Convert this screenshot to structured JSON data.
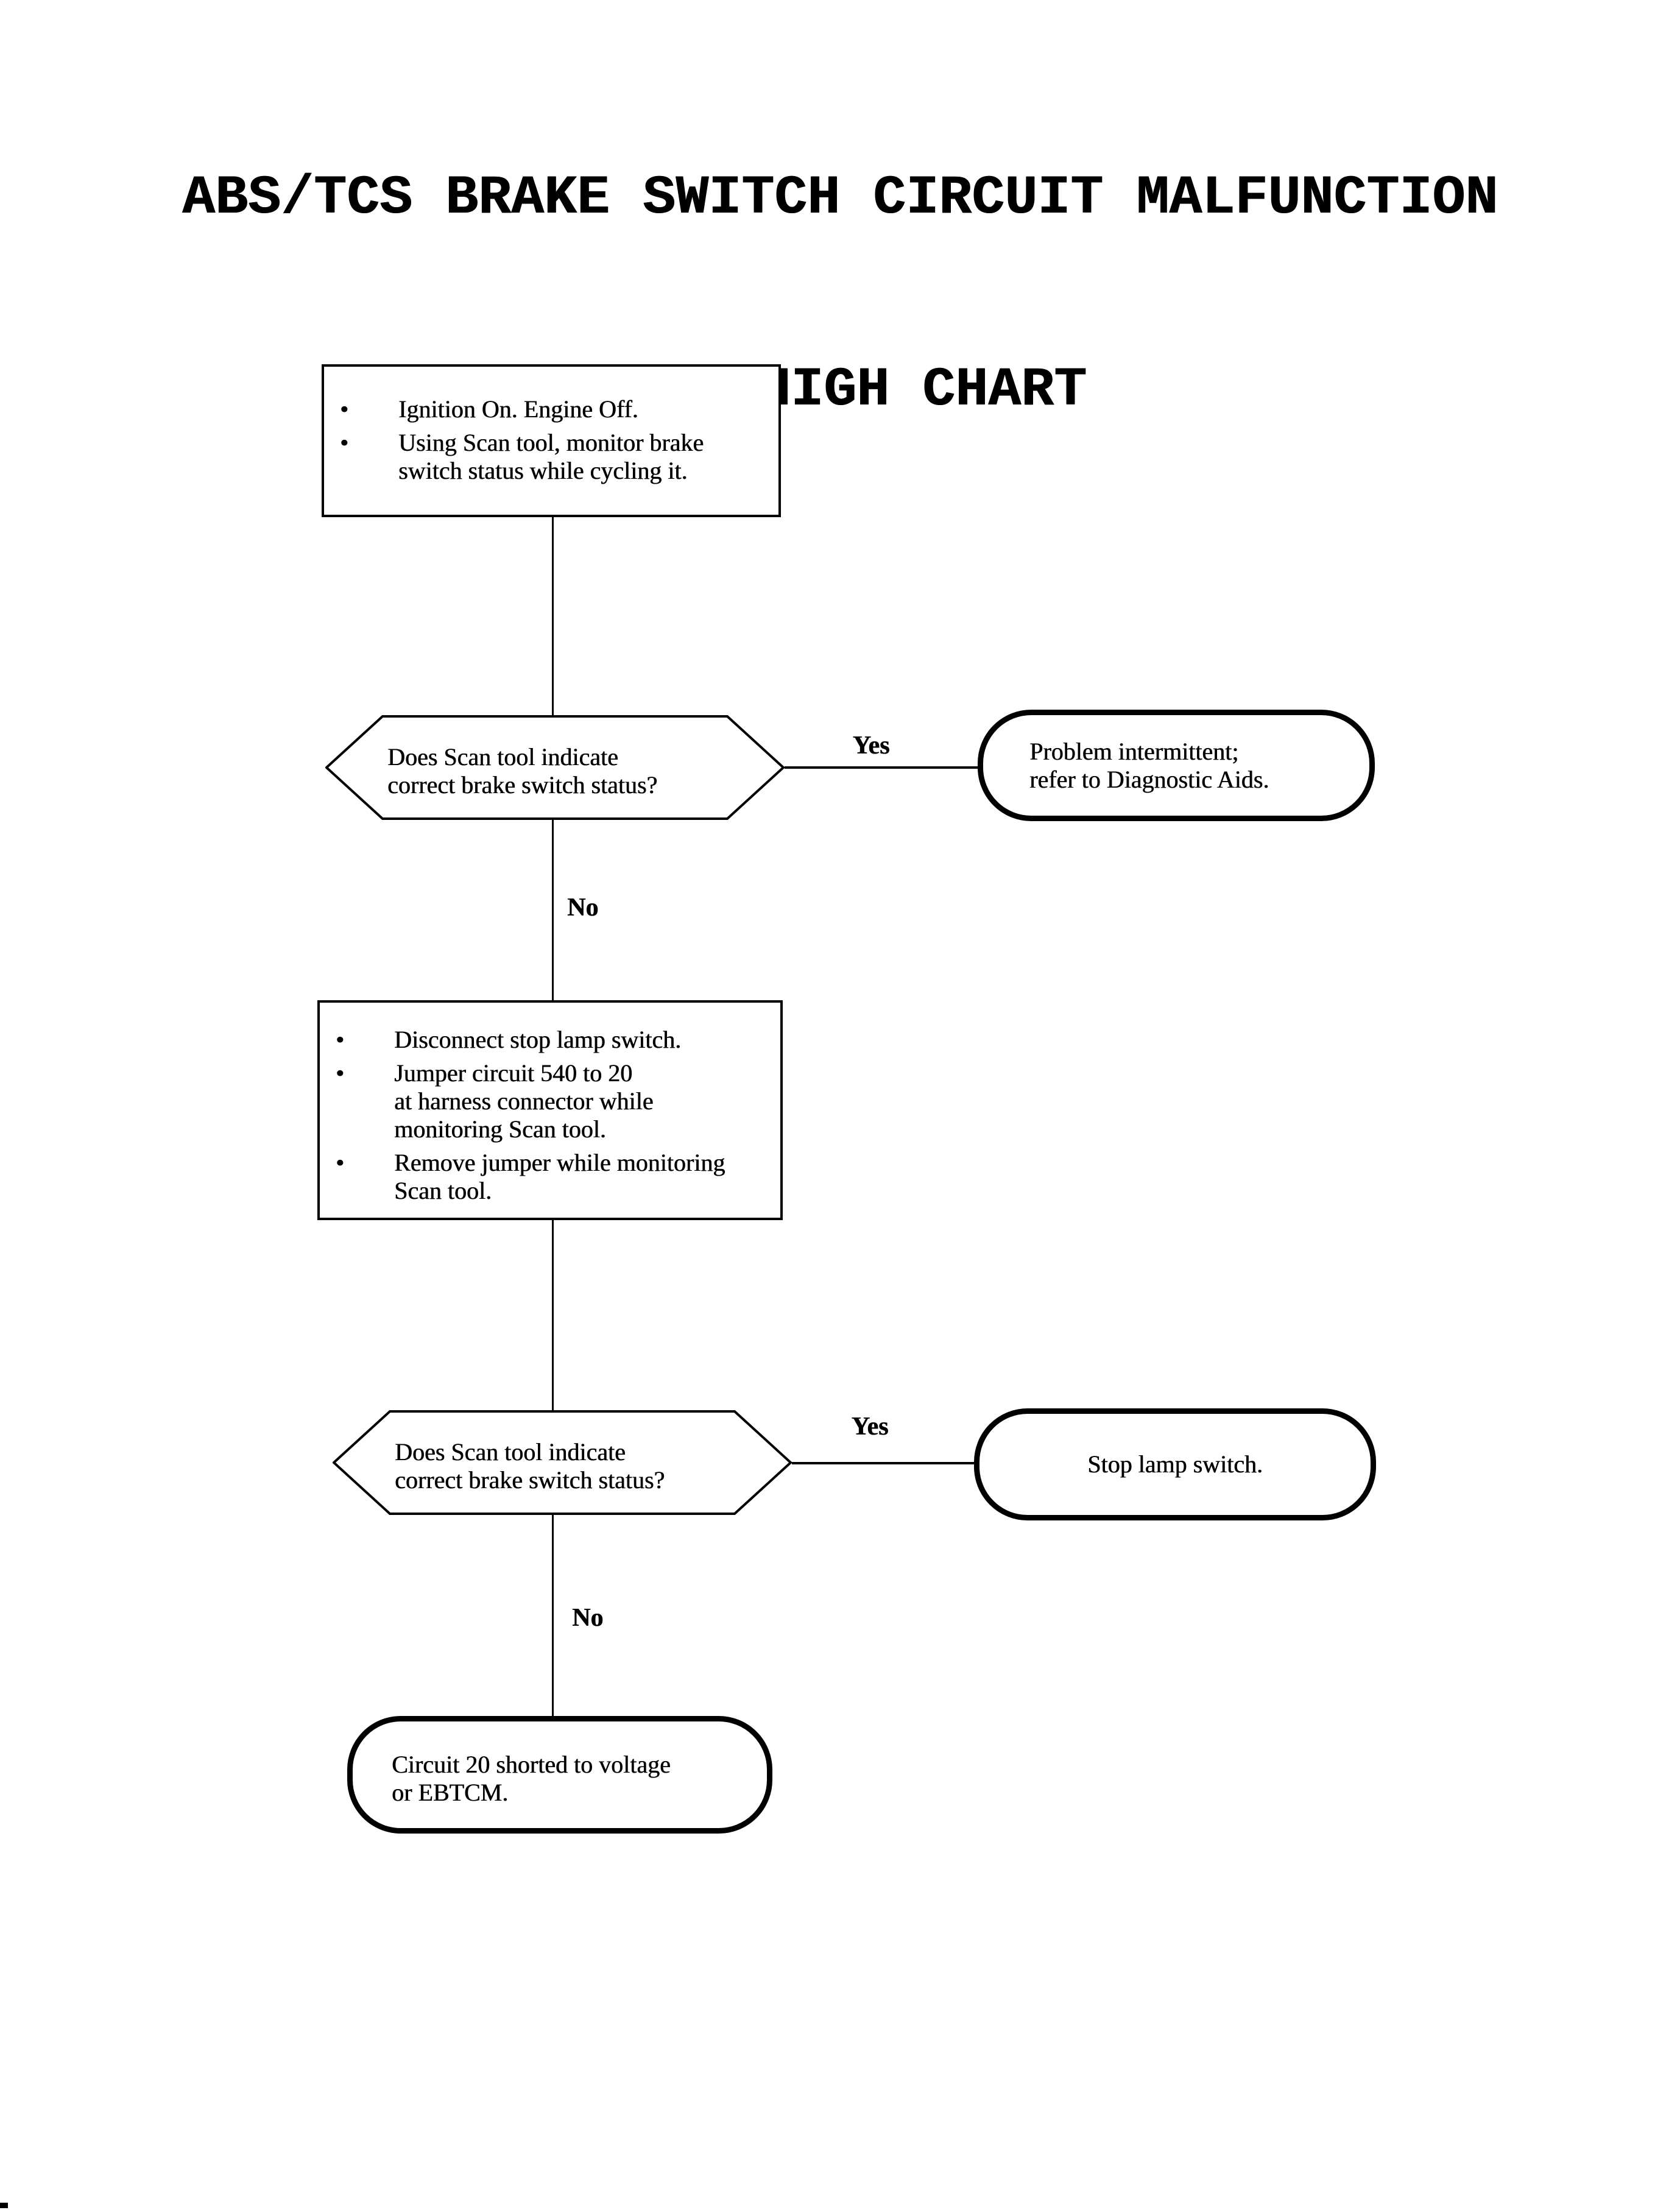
{
  "title": {
    "line1": "ABS/TCS BRAKE SWITCH CIRCUIT MALFUNCTION",
    "line2": "FAIL HIGH CHART"
  },
  "colors": {
    "ink": "#000000",
    "paper": "#ffffff"
  },
  "bullet_char": "•",
  "labels": {
    "yes1": "Yes",
    "no1": "No",
    "yes2": "Yes",
    "no2": "No"
  },
  "step1": {
    "items": [
      {
        "lines": [
          "Ignition On. Engine Off."
        ]
      },
      {
        "lines": [
          "Using Scan tool, monitor brake",
          "switch status while cycling it."
        ]
      }
    ]
  },
  "decision1": {
    "lines": [
      "Does Scan tool indicate",
      "correct brake switch status?"
    ]
  },
  "terminal1": {
    "lines": [
      "Problem intermittent;",
      "refer to Diagnostic Aids."
    ]
  },
  "step2": {
    "items": [
      {
        "lines": [
          "Disconnect stop lamp switch."
        ]
      },
      {
        "lines": [
          "Jumper circuit 540 to 20",
          "at harness connector while",
          "monitoring Scan tool."
        ]
      },
      {
        "lines": [
          "Remove jumper while monitoring",
          "Scan tool."
        ]
      }
    ]
  },
  "decision2": {
    "lines": [
      "Does Scan tool indicate",
      "correct brake switch status?"
    ]
  },
  "terminal2": {
    "lines": [
      "Stop lamp switch."
    ]
  },
  "terminal3": {
    "lines": [
      "Circuit 20 shorted to voltage",
      "or EBTCM."
    ]
  }
}
